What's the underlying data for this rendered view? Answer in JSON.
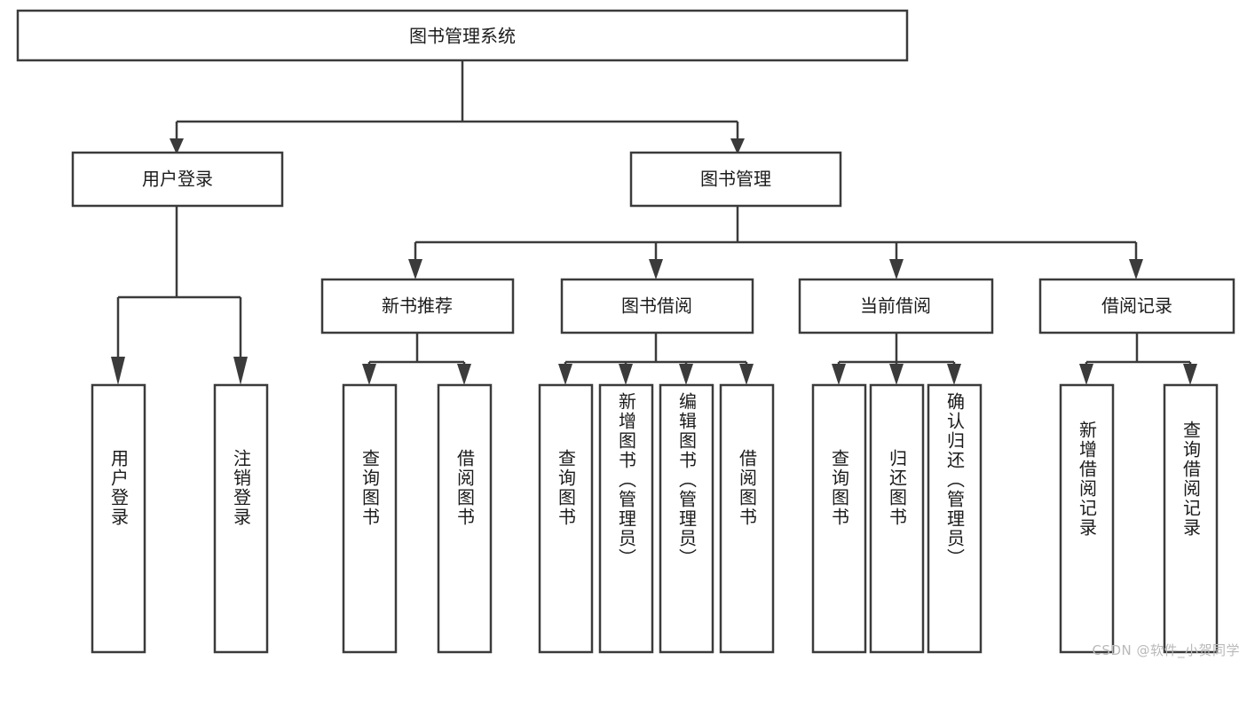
{
  "diagram": {
    "title": "图书管理系统",
    "type": "tree-hierarchy-diagram",
    "colors": {
      "stroke": "#3b3b3b",
      "fill": "#ffffff",
      "text": "#1b1b1b",
      "watermark": "#b9b9b9",
      "background": "#ffffff"
    },
    "root": {
      "label": "图书管理系统"
    },
    "level1": [
      {
        "label": "用户登录"
      },
      {
        "label": "图书管理"
      }
    ],
    "level2": [
      {
        "label": "新书推荐"
      },
      {
        "label": "图书借阅"
      },
      {
        "label": "当前借阅"
      },
      {
        "label": "借阅记录"
      }
    ],
    "leaves": {
      "user_login": [
        {
          "label": "用户登录"
        },
        {
          "label": "注销登录"
        }
      ],
      "new_book_recommend": [
        {
          "label": "查询图书"
        },
        {
          "label": "借阅图书"
        }
      ],
      "book_borrow": [
        {
          "label": "查询图书"
        },
        {
          "label": "新增图书（管理员）"
        },
        {
          "label": "编辑图书（管理员）"
        },
        {
          "label": "借阅图书"
        }
      ],
      "current_borrow": [
        {
          "label": "查询图书"
        },
        {
          "label": "归还图书"
        },
        {
          "label": "确认归还（管理员）"
        }
      ],
      "borrow_record": [
        {
          "label": "新增借阅记录"
        },
        {
          "label": "查询借阅记录"
        }
      ]
    },
    "watermark": "CSDN @软件_小贺同学"
  }
}
